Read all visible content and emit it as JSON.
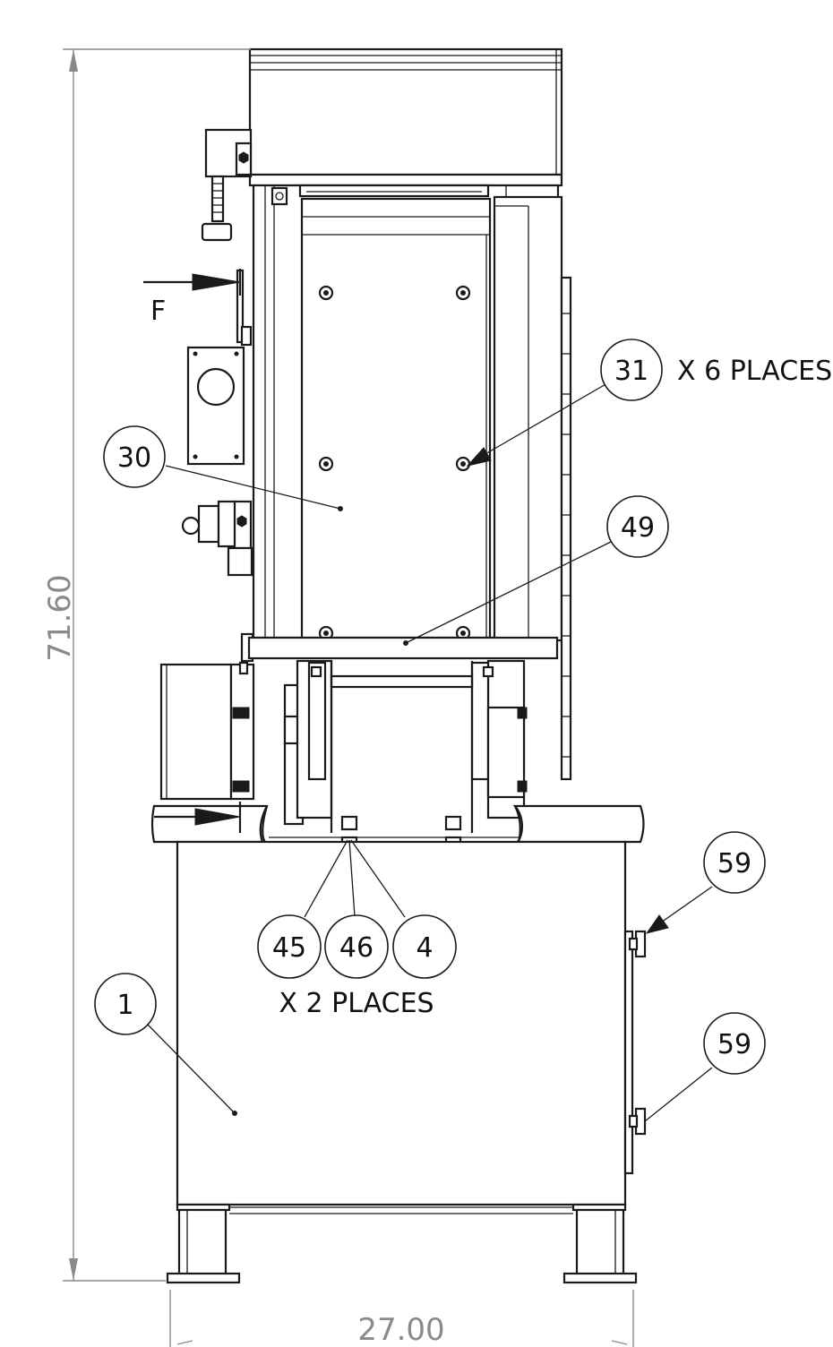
{
  "dimensions": {
    "height": "71.60",
    "width": "27.00"
  },
  "view_label": "F",
  "balloons": {
    "b30": "30",
    "b31": "31",
    "b49": "49",
    "b45": "45",
    "b46": "46",
    "b4": "4",
    "b1": "1",
    "b59_top": "59",
    "b59_bottom": "59"
  },
  "notes": {
    "x6": "X 6 PLACES",
    "x2": "X 2 PLACES"
  },
  "colors": {
    "line": "#1a1a1a",
    "dimension": "#8a8a8a",
    "background": "#ffffff"
  }
}
